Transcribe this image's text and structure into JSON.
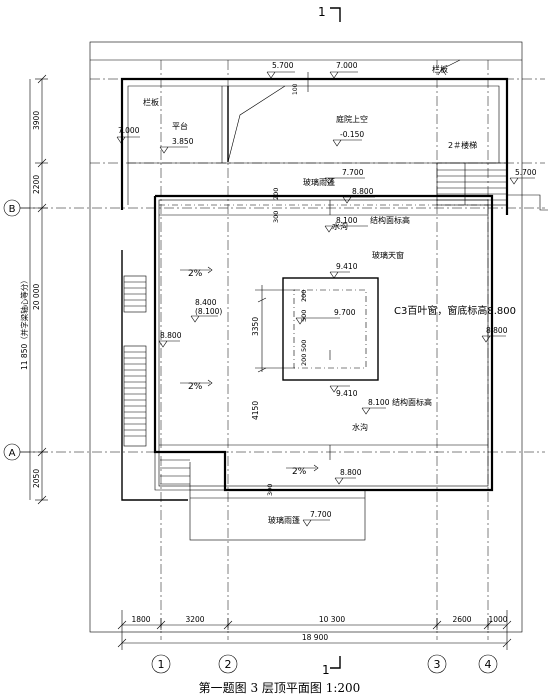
{
  "section_marks": {
    "top": "1",
    "bottom": "1"
  },
  "elevations": {
    "e5700_top": "5.700",
    "e7000_top": "7.000",
    "e100": "100",
    "e7000_left": "7.000",
    "platform_value": "3.850",
    "courtyard_value": "-0.150",
    "e5700_right": "5.700",
    "e7700_canopy": "7.700",
    "e8800_b": "8.800",
    "e8100_struct_1": "8.100",
    "e9410_top": "9.410",
    "e9700": "9.700",
    "e8400": "8.400",
    "e8100_paren": "(8.100)",
    "e8800_left": "8.800",
    "e8800_right": "8.800",
    "e9410_bottom": "9.410",
    "e8100_struct_2": "8.100",
    "e8800_bottom": "8.800",
    "e7700_bottom": "7.700"
  },
  "labels": {
    "railing_top": "栏板",
    "railing_left": "栏板",
    "platform": "平台",
    "courtyard_void": "庭院上空",
    "stair2": "2＃楼梯",
    "glass_canopy": "玻璃雨篷",
    "struct_elev_1": "结构面标高",
    "gutter_1": "水沟",
    "skylight": "玻璃天窗",
    "c3_note": "C3百叶窗，窗底标高8.800",
    "struct_elev_2": "结构面标高",
    "gutter_2": "水沟",
    "glass_canopy_bottom": "玻璃雨篷",
    "slope_1": "2%",
    "slope_2": "2%",
    "slope_3": "2%"
  },
  "dims_left": {
    "d3900": "3900",
    "d2200": "2200",
    "d20000": "20 000",
    "d11850": "11 850（并字梁轴心等分）",
    "d2050": "2050"
  },
  "dims_inner": {
    "d200": "200",
    "d300": "300",
    "d3350": "3350",
    "d4150": "4150",
    "d200_sky1": "200",
    "d500_sky1": "500",
    "d500_sky2": "500",
    "d200_sky2": "200",
    "d300_bottom": "300"
  },
  "dims_bottom": {
    "d1800": "1800",
    "d3200": "3200",
    "d10300": "10 300",
    "d2600": "2600",
    "d1000": "1000",
    "total": "18 900"
  },
  "axes": {
    "a1": "1",
    "a2": "2",
    "a3": "3",
    "a4": "4",
    "aA": "A",
    "aB": "B"
  },
  "caption": "第一题图 3    层顶平面图 1:200"
}
